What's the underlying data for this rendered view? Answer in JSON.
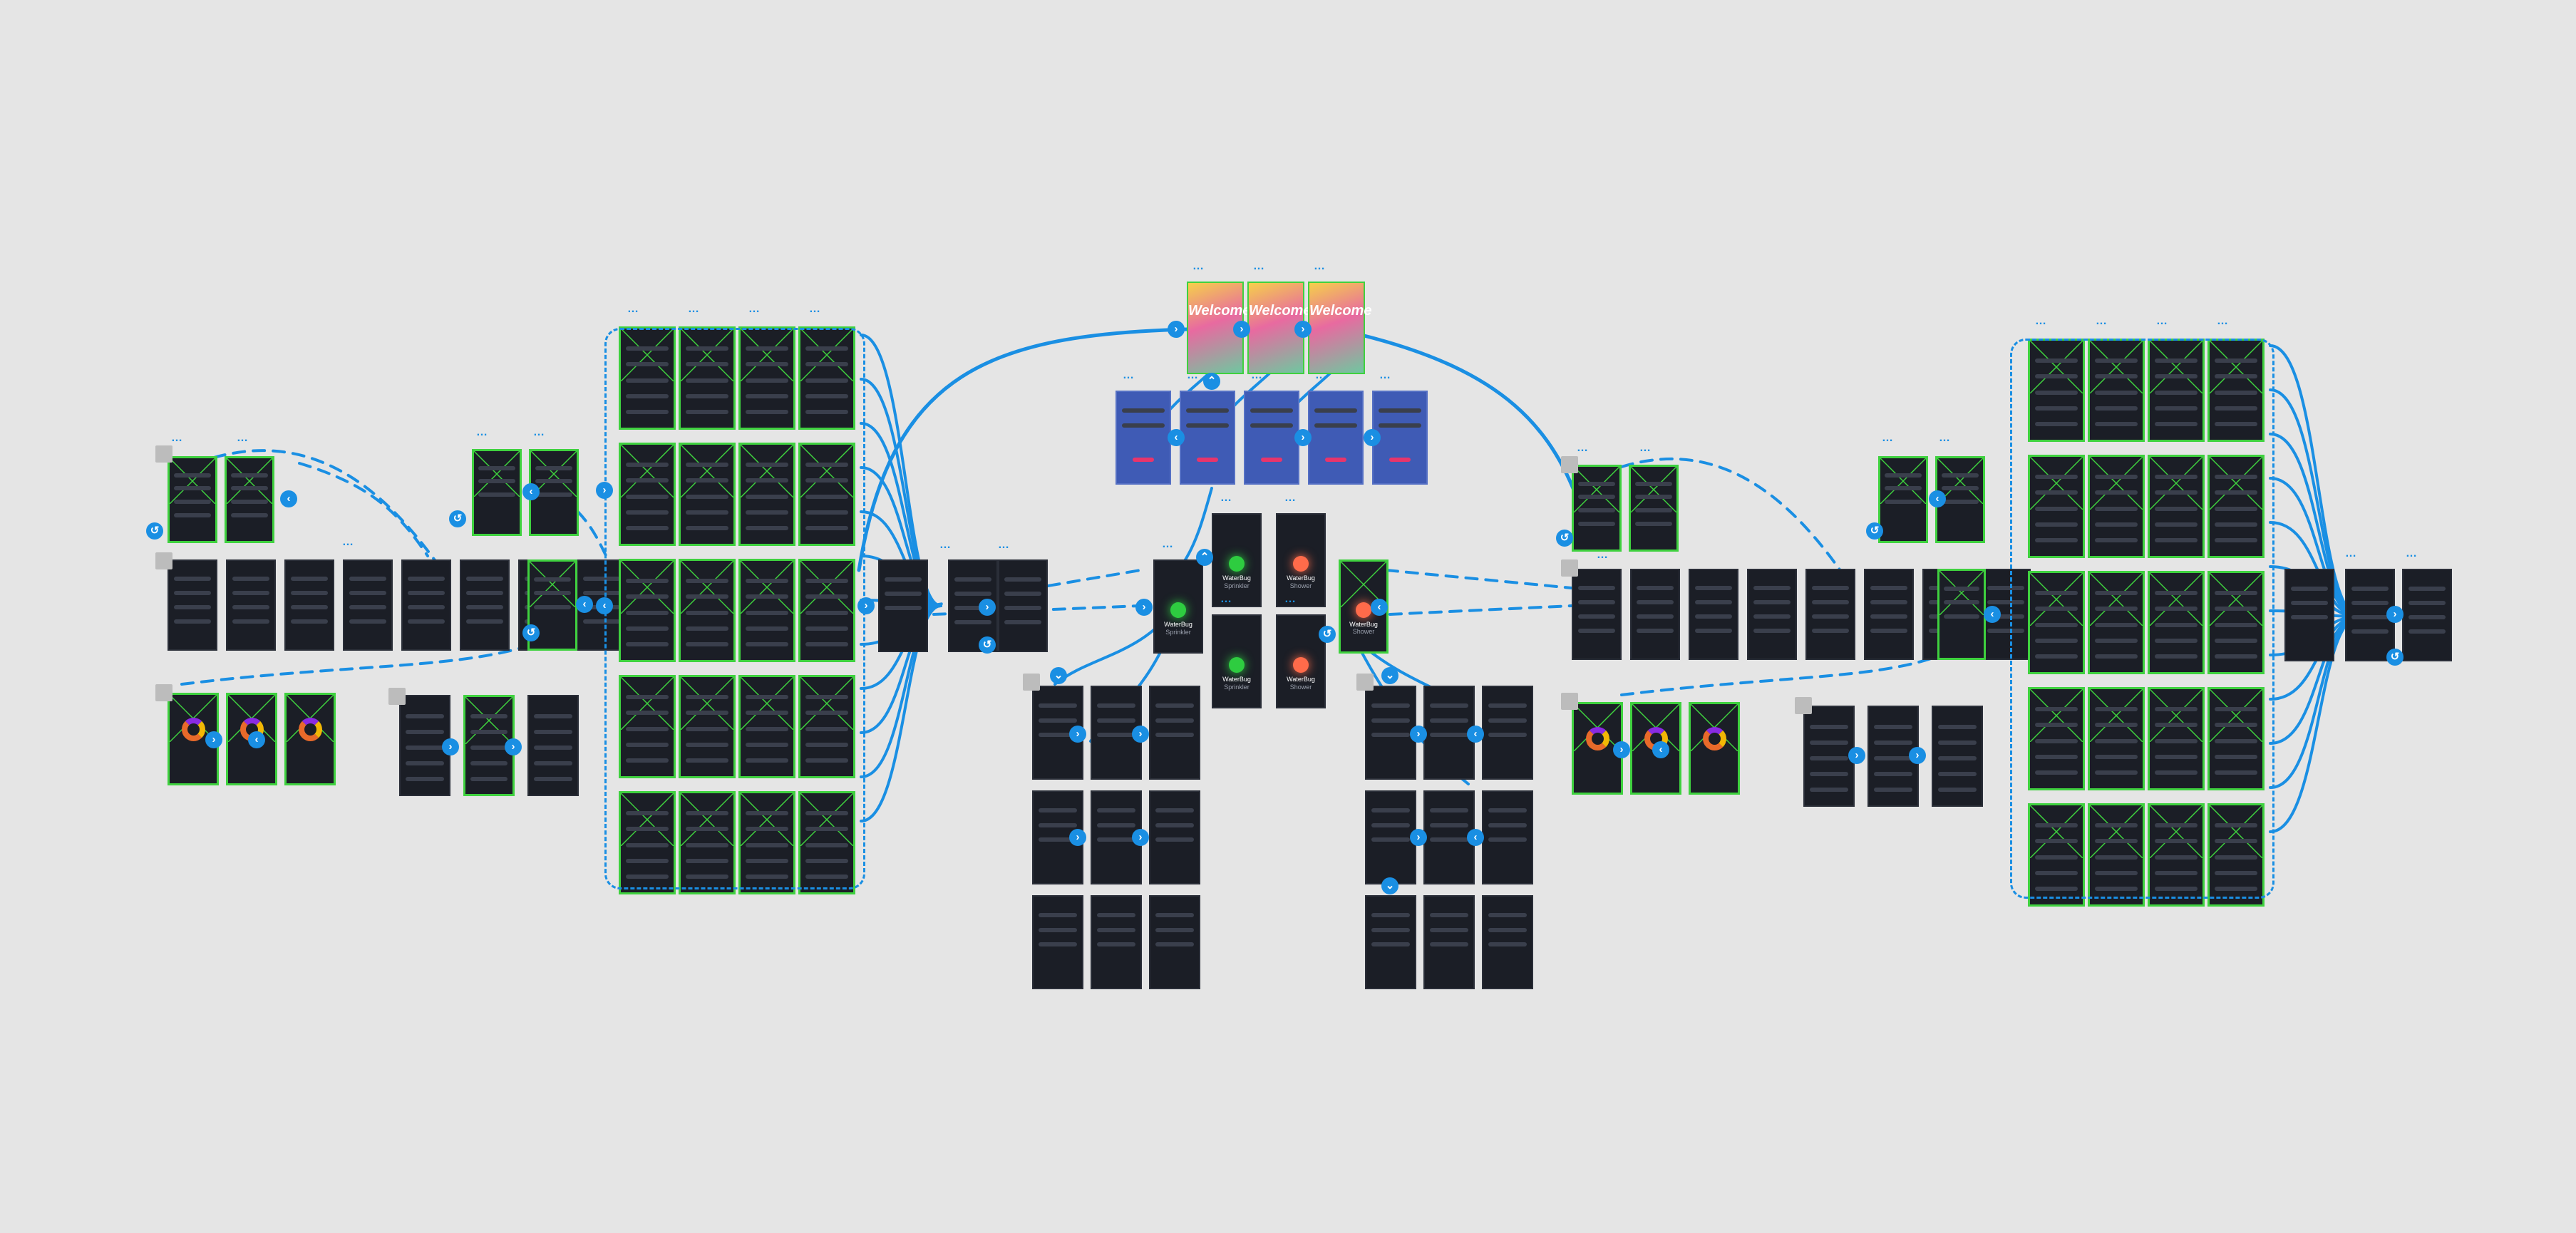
{
  "canvas": {
    "background": "#e5e5e5",
    "link_color": "#1a8fe3",
    "highlight_color": "#3fd13f",
    "more_label": "…"
  },
  "welcome_screens": [
    {
      "label": "Welcome"
    },
    {
      "label": "Welcome"
    },
    {
      "label": "Welcome"
    }
  ],
  "device_screens": [
    {
      "title": "WaterBug",
      "subtitle": "Sprinkler"
    },
    {
      "title": "WaterBug",
      "subtitle": "Shower"
    }
  ],
  "icons": {
    "next": "›",
    "prev": "‹",
    "down": "⌄",
    "up": "⌃",
    "back": "↺"
  }
}
